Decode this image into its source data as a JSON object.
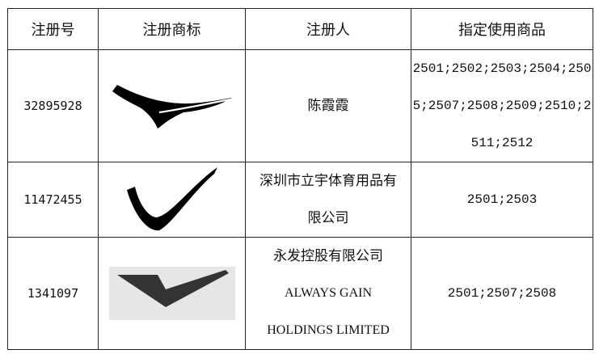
{
  "table": {
    "headers": {
      "reg_no": "注册号",
      "mark": "注册商标",
      "registrant": "注册人",
      "goods": "指定使用商品"
    },
    "rows": [
      {
        "reg_no": "32895928",
        "mark_icon": "swoosh-logo-icon",
        "registrant_lines": [
          "陈霞霞"
        ],
        "goods": "2501;2502;2503;2504;2505;2507;2508;2509;2510;2511;2512"
      },
      {
        "reg_no": "11472455",
        "mark_icon": "checkmark-logo-icon",
        "registrant_lines": [
          "深圳市立宇体育用品有限公司"
        ],
        "goods": "2501;2503"
      },
      {
        "reg_no": "1341097",
        "mark_icon": "chevron-logo-icon",
        "registrant_lines": [
          "永发控股有限公司",
          "ALWAYS GAIN HOLDINGS LIMITED"
        ],
        "goods": "2501;2507;2508"
      }
    ]
  }
}
